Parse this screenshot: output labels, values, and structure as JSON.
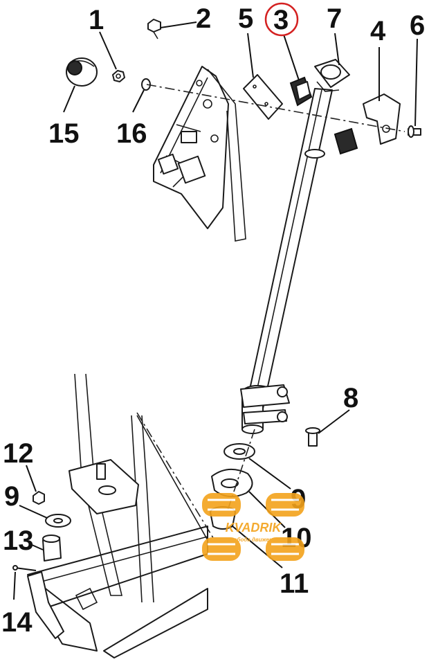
{
  "diagram": {
    "callouts": [
      "1",
      "2",
      "3",
      "4",
      "5",
      "6",
      "7",
      "8",
      "9",
      "9",
      "10",
      "11",
      "12",
      "13",
      "14",
      "15",
      "16"
    ],
    "highlight_color": "#d42020",
    "watermark": {
      "brand": "KVADRIK",
      "tagline": "свобода движения",
      "color": "#f3a21b"
    }
  }
}
